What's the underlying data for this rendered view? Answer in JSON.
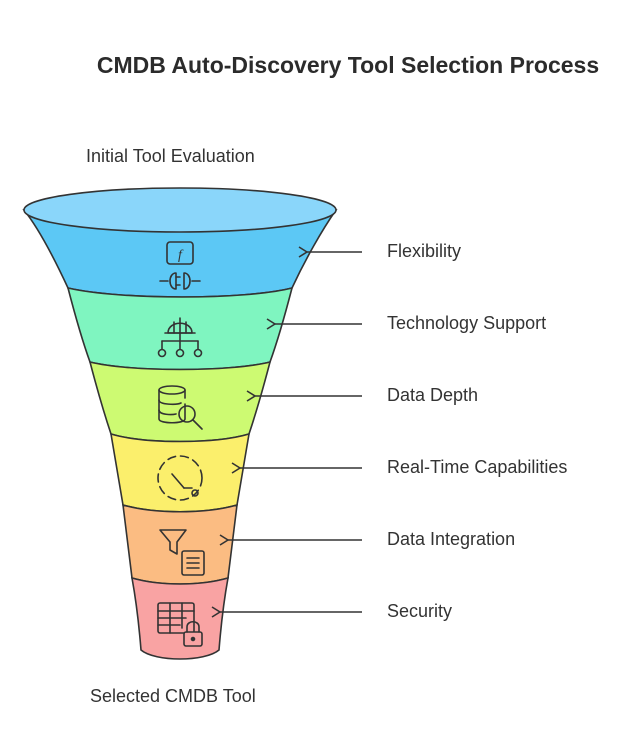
{
  "title": "CMDB Auto-Discovery Tool Selection Process",
  "top_label": "Initial Tool Evaluation",
  "bottom_label": "Selected CMDB Tool",
  "stages": [
    {
      "label": "Flexibility",
      "icon": "plug-icon",
      "color": "#5cc8f5"
    },
    {
      "label": "Technology Support",
      "icon": "hardhat-hierarchy-icon",
      "color": "#7ff5c0"
    },
    {
      "label": "Data Depth",
      "icon": "database-search-icon",
      "color": "#cdfa72"
    },
    {
      "label": "Real-Time Capabilities",
      "icon": "timer-icon",
      "color": "#fbef6c"
    },
    {
      "label": "Data Integration",
      "icon": "filter-document-icon",
      "color": "#fbbc82"
    },
    {
      "label": "Security",
      "icon": "table-lock-icon",
      "color": "#f9a3a3"
    }
  ]
}
